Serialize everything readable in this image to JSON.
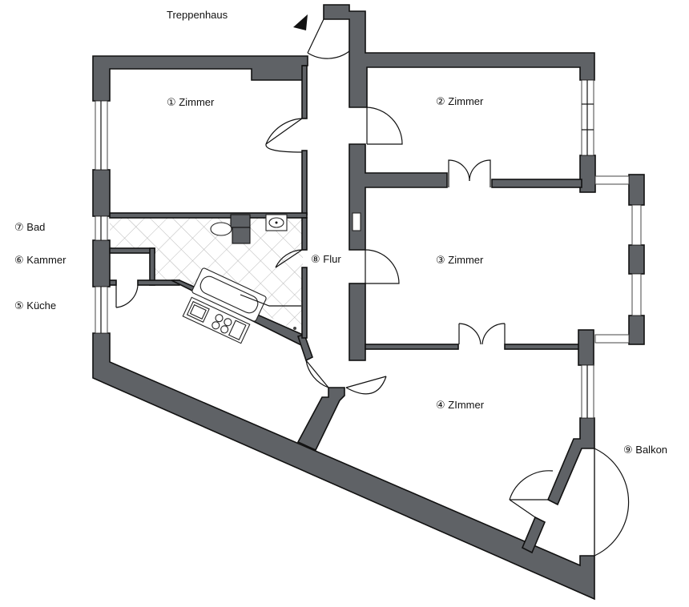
{
  "staircase": {
    "label": "Treppenhaus"
  },
  "rooms": [
    {
      "id": "zimmer-1",
      "number": "①",
      "name": "Zimmer"
    },
    {
      "id": "zimmer-2",
      "number": "②",
      "name": "Zimmer"
    },
    {
      "id": "zimmer-3",
      "number": "③",
      "name": "Zimmer"
    },
    {
      "id": "zimmer-4",
      "number": "④",
      "name": "ZImmer"
    },
    {
      "id": "kueche",
      "number": "⑤",
      "name": "Küche"
    },
    {
      "id": "kammer",
      "number": "⑥",
      "name": "Kammer"
    },
    {
      "id": "bad",
      "number": "⑦",
      "name": "Bad"
    },
    {
      "id": "flur",
      "number": "⑧",
      "name": "Flur"
    },
    {
      "id": "balkon",
      "number": "⑨",
      "name": "Balkon"
    }
  ],
  "colors": {
    "wall": "#5f6266",
    "line": "#111111",
    "background": "#ffffff"
  },
  "icons": {
    "entrance": "entrance-arrow-icon"
  }
}
